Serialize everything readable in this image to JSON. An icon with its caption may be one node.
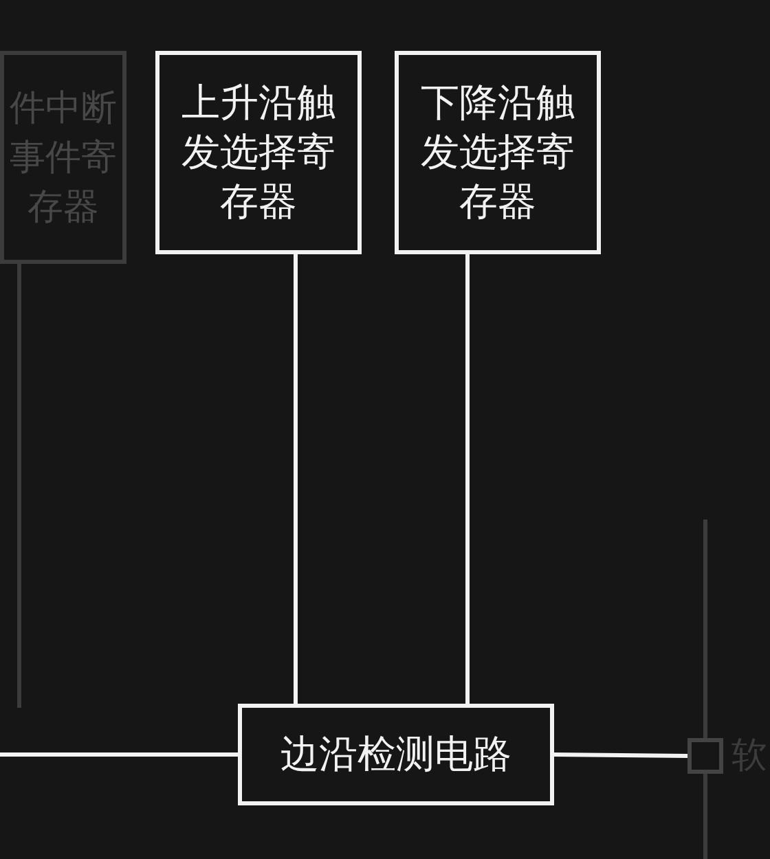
{
  "diagram": {
    "nodes": [
      {
        "text": [
          "件中断事件寄存器"
        ]
      },
      {
        "text": [
          "上升沿触发选择寄存器"
        ]
      },
      {
        "text": [
          "下降沿触发选择寄存器"
        ]
      },
      {
        "text": [
          "边沿检测电路"
        ]
      },
      {
        "text": [],
        "shape": "box"
      }
    ],
    "edges": [
      {
        "from": 0,
        "to": null,
        "arrow": "none",
        "color": "#3c3c3c"
      },
      {
        "from": 1,
        "to": 3,
        "arrow": "none"
      },
      {
        "from": 2,
        "to": 3,
        "arrow": "none"
      },
      {
        "from": null,
        "to": 3,
        "arrow": "none"
      },
      {
        "from": 3,
        "to": 4,
        "arrow": "none"
      },
      {
        "from": null,
        "to": 4,
        "arrow": "none",
        "color": "#3c3c3c"
      },
      {
        "from": 4,
        "to": null,
        "arrow": "none",
        "color": "#3c3c3c"
      }
    ],
    "labels": [
      "软"
    ]
  }
}
